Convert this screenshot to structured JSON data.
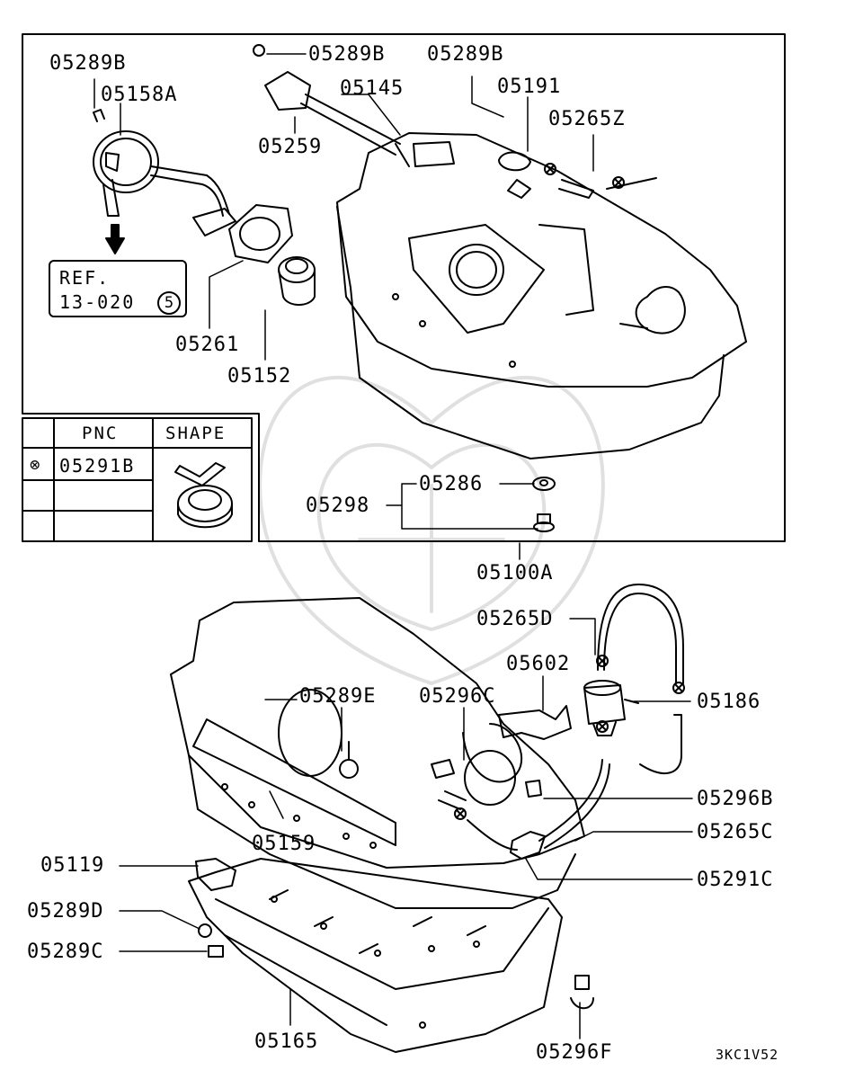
{
  "diagram_code": "3KC1V52",
  "reference": {
    "line1": "REF.",
    "line2": "13-020",
    "circled": "5"
  },
  "legend": {
    "col_pnc": "PNC",
    "col_shape": "SHAPE",
    "symbol": "⊗",
    "row_pnc": "05291B"
  },
  "labels": {
    "p05289B_a": "05289B",
    "p05158A": "05158A",
    "p05289B_b": "05289B",
    "p05145": "05145",
    "p05259": "05259",
    "p05289B_c": "05289B",
    "p05191": "05191",
    "p05265Z": "05265Z",
    "p05261": "05261",
    "p05152": "05152",
    "p05286": "05286",
    "p05298": "05298",
    "p05100A": "05100A",
    "p05265D": "05265D",
    "p05602": "05602",
    "p05289E": "05289E",
    "p05296C": "05296C",
    "p05186": "05186",
    "p05296B": "05296B",
    "p05265C": "05265C",
    "p05159": "05159",
    "p05119": "05119",
    "p05291C": "05291C",
    "p05289D": "05289D",
    "p05289C": "05289C",
    "p05165": "05165",
    "p05296F": "05296F"
  }
}
